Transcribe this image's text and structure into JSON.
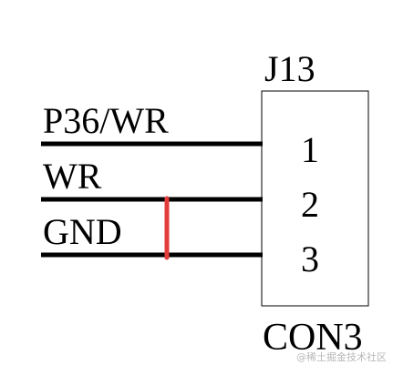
{
  "colors": {
    "background": "#ffffff",
    "wire": "#000000",
    "jumper": "#e43b3b",
    "watermark": "#b8b8b8"
  },
  "connector": {
    "designator": "J13",
    "part_name": "CON3",
    "pins": [
      {
        "number": "1",
        "net": "P36/WR"
      },
      {
        "number": "2",
        "net": "WR"
      },
      {
        "number": "3",
        "net": "GND"
      }
    ]
  },
  "annotation": {
    "type": "jumper-line",
    "between_pins": [
      "2",
      "3"
    ]
  },
  "watermark": {
    "text": "@稀土掘金技术社区"
  }
}
